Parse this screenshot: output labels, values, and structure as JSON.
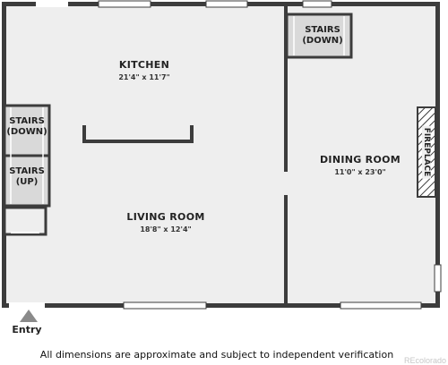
{
  "rooms": {
    "kitchen": {
      "name": "KITCHEN",
      "dims": "21'4\" x 11'7\""
    },
    "living": {
      "name": "LIVING ROOM",
      "dims": "18'8\" x 12'4\""
    },
    "dining": {
      "name": "DINING ROOM",
      "dims": "11'0\" x 23'0\""
    }
  },
  "stairs": {
    "top_right": {
      "line1": "STAIRS",
      "line2": "(DOWN)"
    },
    "left_down": {
      "line1": "STAIRS",
      "line2": "(DOWN)"
    },
    "left_up": {
      "line1": "STAIRS",
      "line2": "(UP)"
    }
  },
  "fireplace": "FIREPLACE",
  "entry": "Entry",
  "footer": "All dimensions are approximate and subject to independent verification",
  "watermark": "REcolorado",
  "colors": {
    "wall": "#3c3c3c",
    "floor": "#eeeeee",
    "stairs": "#d9d9d9",
    "window": "#ffffff",
    "entry_marker": "#8a8a8a"
  }
}
